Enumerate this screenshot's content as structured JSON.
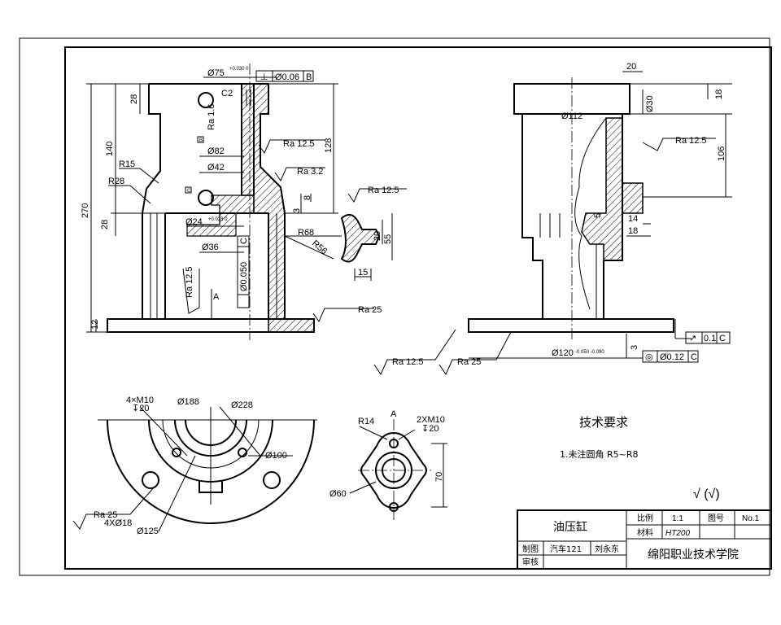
{
  "front_view": {
    "od75": "Ø75",
    "od75_tol": "+0.030 0",
    "perp_symbol": "⊥",
    "perp_tol": "Ø0.06",
    "perp_datum": "B",
    "c2": "C2",
    "ra16": "Ra 1.6",
    "ra125_a": "Ra 12.5",
    "ra32": "Ra 3.2",
    "ra125_b": "Ra 12.5",
    "ra125_c": "Ra 12.5",
    "ra25": "Ra 25",
    "d82": "Ø82",
    "d42": "Ø42",
    "d24": "Ø24",
    "d24_tol": "+0.023 0",
    "d36": "Ø36",
    "conc_tol": "Ø0.050",
    "conc_datum": "C",
    "r15": "R15",
    "r28": "R28",
    "dim270": "270",
    "dim140": "140",
    "dim28a": "28",
    "dim28b": "28",
    "dim128": "128",
    "dim12": "12",
    "dim8": "8",
    "dim3": "3",
    "datum_a": "A",
    "r68": "R68",
    "r56": "R56",
    "dim20": "20",
    "dim55": "55",
    "dim15": "15",
    "datum_box_b": "B",
    "datum_box_c": "C"
  },
  "side_view": {
    "dim20": "20",
    "d30": "Ø30",
    "dim18a": "18",
    "d112": "Ø112",
    "ra125": "Ra 12.5",
    "dim106": "106",
    "dim14": "14",
    "dim18b": "18",
    "dim5": "5",
    "runout_tol": "0.1",
    "runout_datum": "C",
    "dim3": "3",
    "d120": "Ø120",
    "d120_tol": "-0.050 -0.090",
    "conc_tol": "Ø0.12",
    "conc_datum": "C"
  },
  "base_view": {
    "m10": "4×M10",
    "m10_depth": "↧20",
    "d188": "Ø188",
    "d228": "Ø228",
    "d100": "Ø100",
    "ra25": "Ra 25",
    "holes": "4XØ18",
    "d125": "Ø125"
  },
  "detail_a": {
    "label": "A",
    "r14": "R14",
    "m10": "2XM10",
    "m10_depth": "↧20",
    "dim70": "70",
    "d60": "Ø60"
  },
  "notes": {
    "title": "技术要求",
    "line1": "1.未注圆角 R5~R8",
    "roughness_mark": "√  (√)"
  },
  "title_block": {
    "part_name": "油压缸",
    "scale_label": "比例",
    "scale_value": "1:1",
    "drawing_no_label": "图号",
    "drawing_no_value": "No.1",
    "material_label": "材料",
    "material_value": "HT200",
    "drawn_label": "制图",
    "class_value": "汽车121",
    "drawer_name": "刘永东",
    "check_label": "审核",
    "school": "绵阳职业技术学院"
  }
}
